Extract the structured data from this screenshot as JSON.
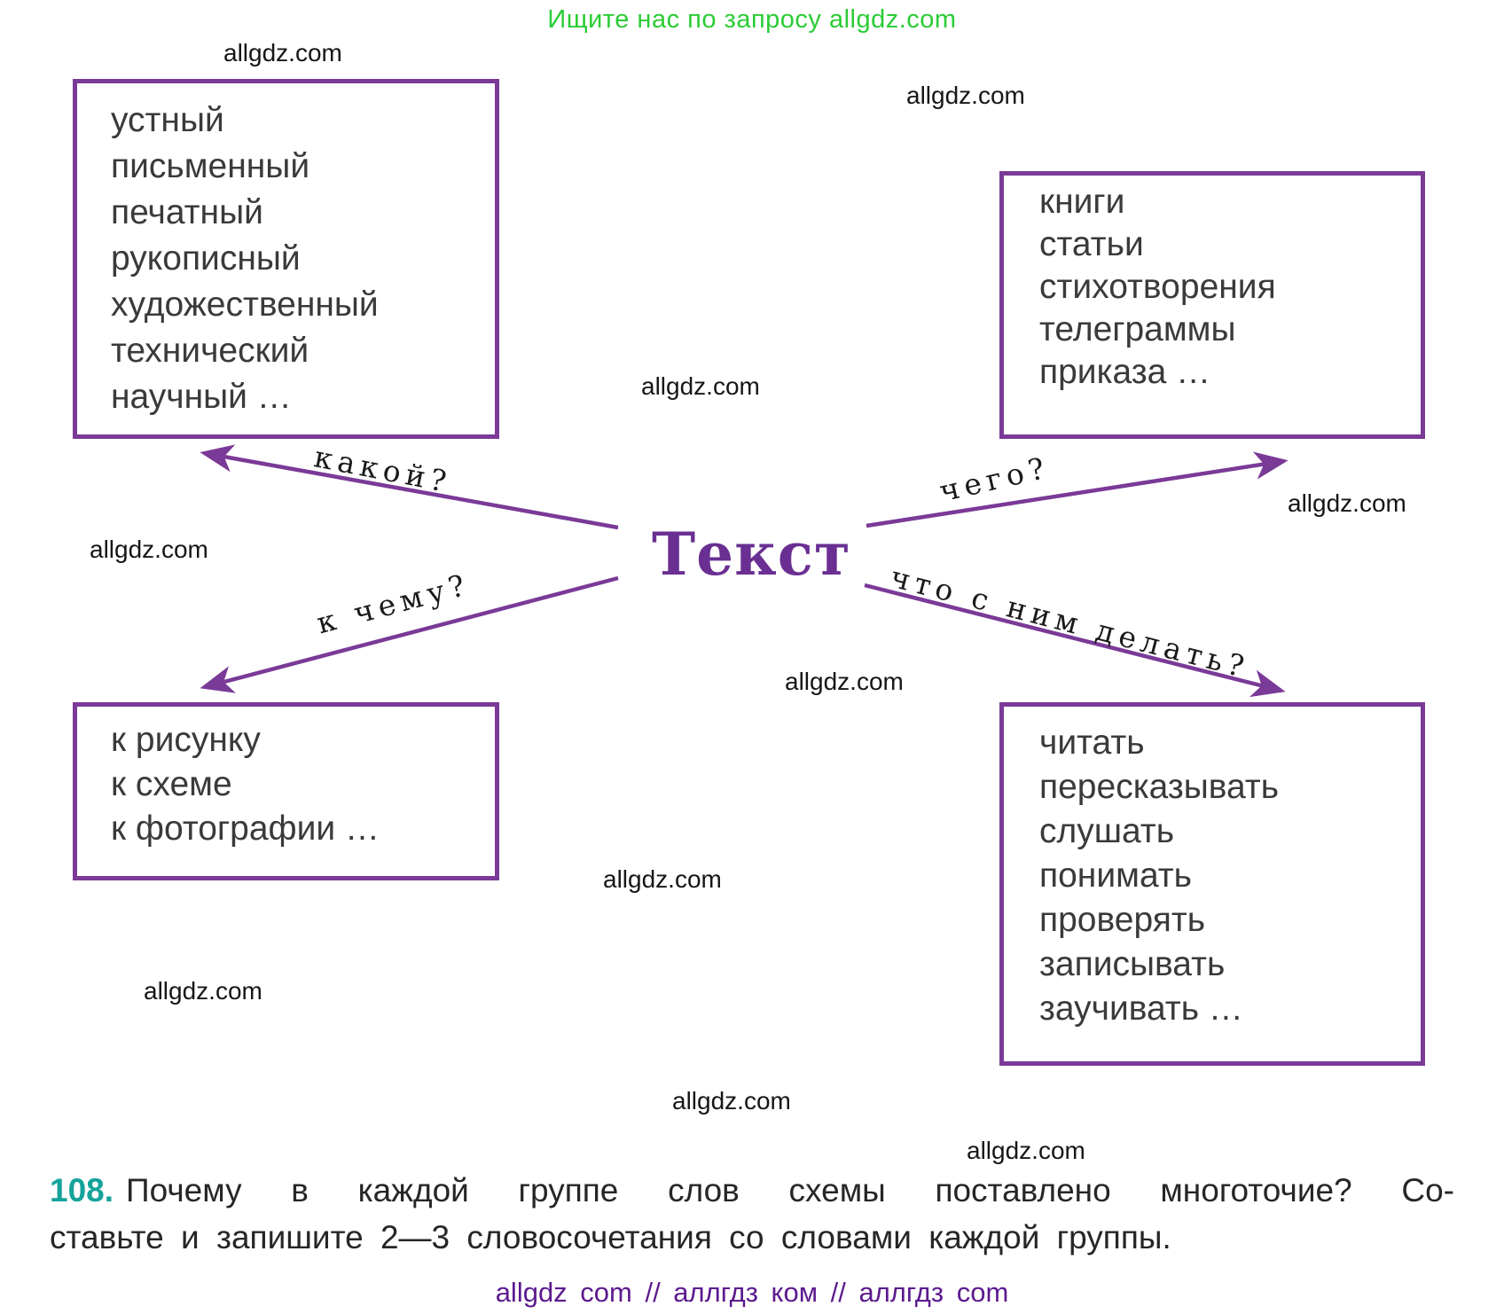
{
  "header": {
    "promo": "Ищите нас по запросу allgdz.com"
  },
  "watermark": {
    "text": "allgdz.com"
  },
  "diagram": {
    "title": "Текст",
    "boxes": {
      "top_left": {
        "lines": [
          "устный",
          "письменный",
          "печатный",
          "рукописный",
          "художественный",
          "технический",
          "научный …"
        ]
      },
      "top_right": {
        "lines": [
          "книги",
          "статьи",
          "стихотворения",
          "телеграммы",
          "приказа …"
        ]
      },
      "bottom_left": {
        "lines": [
          "к рисунку",
          "к схеме",
          "к фотографии …"
        ]
      },
      "bottom_right": {
        "lines": [
          "читать",
          "пересказывать",
          "слушать",
          "понимать",
          "проверять",
          "записывать",
          "заучивать …"
        ]
      }
    },
    "arrow_labels": {
      "top_left": "какой?",
      "top_right": "чего?",
      "bottom_left": "к чему?",
      "bottom_right": "что с ним делать?"
    }
  },
  "task": {
    "number": "108.",
    "line1": "Почему в каждой группе слов схемы поставлено многоточие? Со-",
    "line2": "ставьте и запишите 2—3 словосочетания со словами каждой группы."
  },
  "footer": {
    "text": "allgdz com  //  аллгдз ком  //  аллгдз com"
  },
  "colors": {
    "purple_accent": "#7a3a97",
    "title_purple": "#6a2f92",
    "footer_purple": "#5c1a8e",
    "promo_green": "#2bcc35",
    "task_number_teal": "#14a39a"
  }
}
